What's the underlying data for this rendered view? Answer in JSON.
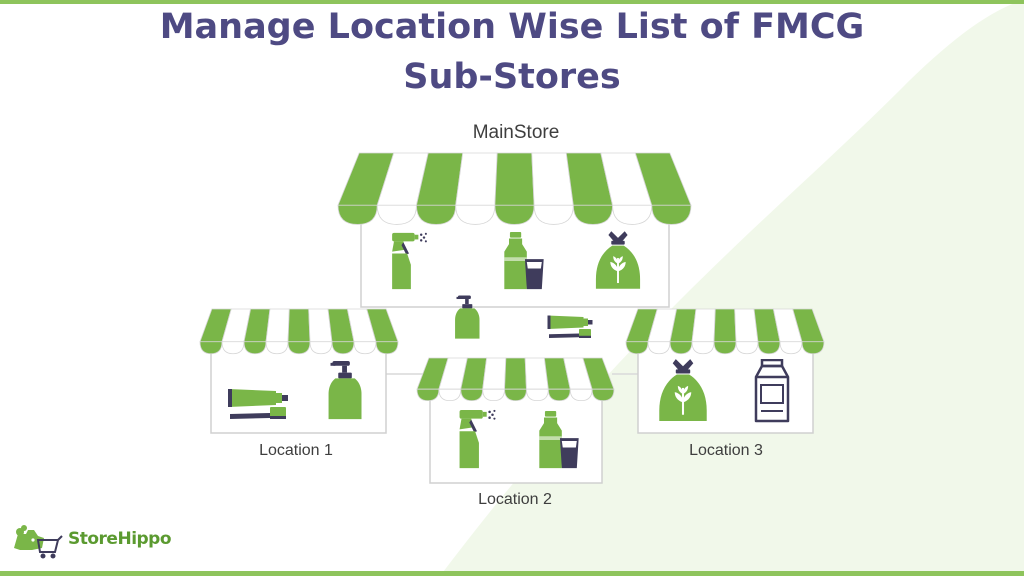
{
  "title": {
    "line1": "Manage Location Wise List of FMCG",
    "line2": "Sub-Stores"
  },
  "main_store": {
    "label": "MainStore"
  },
  "locations": [
    {
      "label": "Location 1"
    },
    {
      "label": "Location 2"
    },
    {
      "label": "Location 3"
    }
  ],
  "logo": {
    "text": "StoreHippo"
  },
  "colors": {
    "green": "#7ab648",
    "dark": "#3f3c5c",
    "title": "#4e4a83",
    "stripe_light": "#ffffff",
    "background_blob": "#f1f8ea"
  },
  "icons": [
    "spray-bottle-icon",
    "milk-bottle-glass-icon",
    "grain-sack-icon",
    "soap-dispenser-icon",
    "toothpaste-brush-icon",
    "milk-carton-icon",
    "storehippo-logo-icon"
  ]
}
